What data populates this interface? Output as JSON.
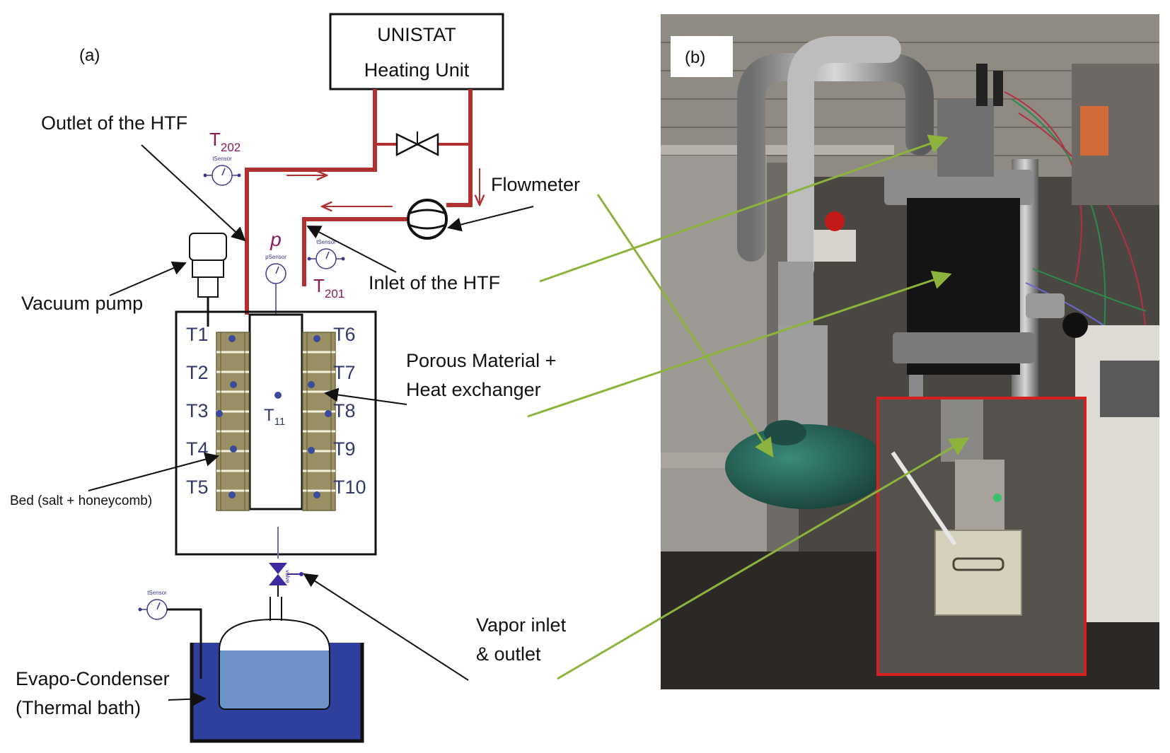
{
  "panel_a": {
    "label": "(a)",
    "heating_unit": {
      "line1": "UNISTAT",
      "line2": "Heating Unit"
    },
    "outlet": "Outlet of the HTF",
    "t202": {
      "base": "T",
      "sub": "202"
    },
    "t201": {
      "base": "T",
      "sub": "201"
    },
    "flowmeter": "Flowmeter",
    "inlet": "Inlet of the HTF",
    "vacuum_pump": "Vacuum pump",
    "p_symbol": "p",
    "tsensor": "tSensor",
    "psensor": "pSensor",
    "valve_tag": "valve",
    "porous_line1": "Porous Material +",
    "porous_line2": "Heat exchanger",
    "bed": "Bed (salt + honeycomb)",
    "vapor_line1": "Vapor inlet",
    "vapor_line2": "& outlet",
    "evapo_line1": "Evapo-Condenser",
    "evapo_line2": "(Thermal bath)",
    "t11": {
      "base": "T",
      "sub": "11"
    },
    "left_sensors": [
      "T1",
      "T2",
      "T3",
      "T4",
      "T5"
    ],
    "right_sensors": [
      "T6",
      "T7",
      "T8",
      "T9",
      "T10"
    ]
  },
  "panel_b": {
    "label": "(b)"
  },
  "colors": {
    "pipe": "#b03030",
    "label_purple": "#8b1a5a",
    "arrow_green": "#8cb43c",
    "water_dark": "#2e3f9e",
    "water_light": "#6c94c8",
    "bed_fill": "#9a8f62",
    "highlight_red": "#d42020"
  }
}
